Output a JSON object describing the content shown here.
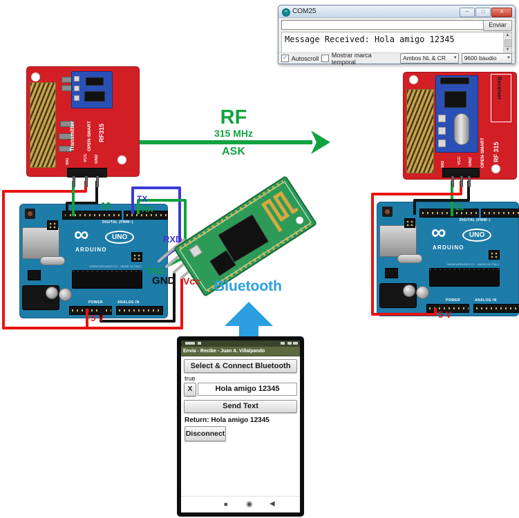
{
  "serial_monitor": {
    "title": "COM25",
    "input_value": "",
    "send_button": "Enviar",
    "output_text": "Message Received: Hola amigo 12345",
    "autoscroll_label": "Autoscroll",
    "timestamp_label": "Mostrar marca temporal",
    "line_ending_value": "Ambos NL & CR",
    "baud_value": "9600 baudio"
  },
  "rf_link": {
    "title": "RF",
    "frequency": "315 MHz",
    "modulation": "ASK"
  },
  "transmitter": {
    "name": "Transmitter",
    "brand": "OPEN-SMART",
    "model": "RF315",
    "pins": {
      "sig": "SIG",
      "vcc": "VCC",
      "gnd": "GND"
    }
  },
  "receiver": {
    "name": "Receiver",
    "brand": "OPEN-SMART",
    "model": "RF 315",
    "pins": {
      "sig": "SIG",
      "vcc": "VCC",
      "gnd": "GND"
    }
  },
  "arduino": {
    "brand": "ARDUINO",
    "model": "UNO",
    "logo": "∞",
    "digital_label": "DIGITAL (PWM~)",
    "power_label": "POWER",
    "analog_label": "ANALOG IN",
    "made_in": "WWW.ARDUINO.CC - MADE IN ITALY"
  },
  "wire_labels": {
    "left": {
      "pin12": "12",
      "tx": "TX",
      "rx": "RX",
      "rxd": "RXD",
      "txd": "TXD",
      "gnd": "GND",
      "vcc": "Vcc",
      "v5": "5 V"
    },
    "right": {
      "pin11": "11",
      "v5": "5 V"
    }
  },
  "bluetooth": {
    "label": "Bluetooth"
  },
  "phone": {
    "app_title": "Envia - Recibe - Juan A. Villalpando",
    "connect_button": "Select & Connect Bluetooth",
    "status_value": "true",
    "clear_button": "X",
    "message_value": "Hola amigo 12345",
    "send_button": "Send Text",
    "return_text": "Return: Hola amigo 12345",
    "disconnect_button": "Disconnect"
  },
  "icons": {
    "minimize": "─",
    "maximize": "□",
    "close": "✕",
    "check": "✓",
    "dropdown_arrow": "▼",
    "scroll_up": "▲",
    "scroll_down": "▼",
    "nav_square": "■",
    "nav_home": "◉",
    "nav_back": "◀",
    "arduino_logo": "∞"
  },
  "colors": {
    "rf_green": "#12a341",
    "bluetooth_blue": "#2b9fe0",
    "wire_red": "#e81410",
    "wire_black": "#141414",
    "wire_green": "#0fa23c",
    "wire_blue": "#3a3ad6",
    "pcb_red": "#d21e25",
    "arduino_blue": "#1e7ca9",
    "bt_pcb_green": "#2e9a58"
  }
}
